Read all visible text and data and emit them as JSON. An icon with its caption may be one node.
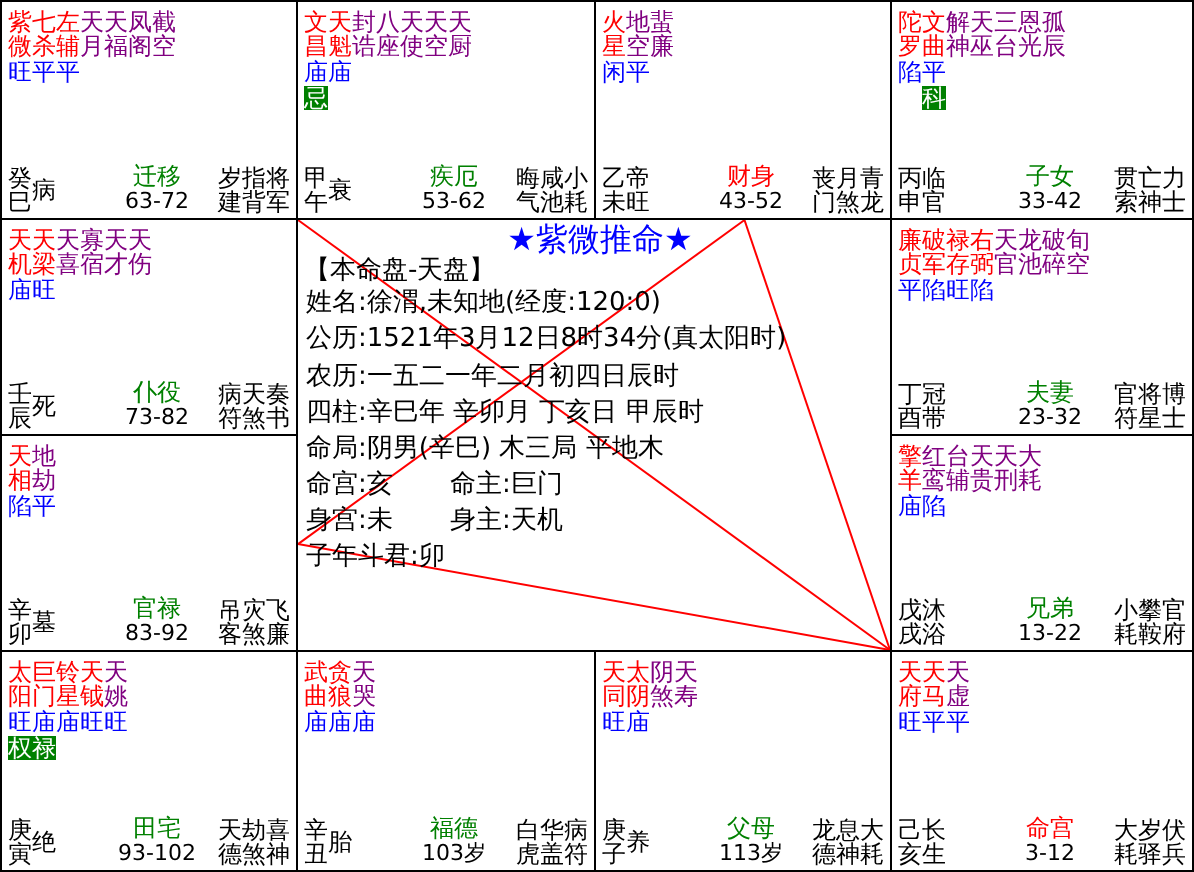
{
  "diagram": {
    "title": "★紫微推命★",
    "nodes": [
      {
        "text": [
          "紫微",
          "七杀",
          "左辅",
          "天月",
          "天福",
          "凤阁",
          "截空",
          "旺平平",
          "癸巳",
          "病",
          "迁移",
          "63-72",
          "岁建",
          "指背",
          "将军"
        ]
      },
      {
        "text": [
          "文昌",
          "天魁",
          "封诰",
          "八座",
          "天使",
          "天空",
          "天厨",
          "庙庙",
          "甲午",
          "衰",
          "疾厄",
          "53-62",
          "晦气",
          "咸池",
          "小耗"
        ]
      },
      {
        "text": [
          "火星",
          "地空",
          "蜚廉",
          "闲平",
          "乙未",
          "帝旺",
          "财身",
          "43-52",
          "丧门",
          "月煞",
          "青龙"
        ]
      },
      {
        "text": [
          "陀罗",
          "文曲",
          "解神",
          "天巫",
          "三台",
          "恩光",
          "孤辰",
          "陷平",
          "丙申",
          "临官",
          "子女",
          "33-42",
          "贯索",
          "亡神",
          "力士"
        ]
      },
      {
        "text": [
          "天机",
          "天梁",
          "天喜",
          "寡宿",
          "天才",
          "天伤",
          "庙旺",
          "壬辰",
          "死",
          "仆役",
          "73-82",
          "病符",
          "天煞",
          "奏书"
        ]
      },
      {
        "text": [
          "廉贞",
          "破军",
          "禄存",
          "右弼",
          "天官",
          "龙池",
          "破碎",
          "旬空",
          "平陷旺陷",
          "丁酉",
          "冠带",
          "夫妻",
          "23-32",
          "官符",
          "将星",
          "博士"
        ]
      },
      {
        "text": [
          "天相",
          "地劫",
          "陷平",
          "辛卯",
          "墓",
          "官禄",
          "83-92",
          "吊客",
          "灾煞",
          "飞廉"
        ]
      },
      {
        "text": [
          "擎羊",
          "红鸾",
          "台辅",
          "天贵",
          "天刑",
          "大耗",
          "庙陷",
          "戊戌",
          "沐浴",
          "兄弟",
          "13-22",
          "小耗",
          "攀鞍",
          "官府"
        ]
      },
      {
        "text": [
          "太阳",
          "巨门",
          "铃星",
          "天钺",
          "天姚",
          "旺庙庙旺旺",
          "庚寅",
          "绝",
          "田宅",
          "93-102",
          "天德",
          "劫煞",
          "喜神"
        ]
      },
      {
        "text": [
          "武曲",
          "贪狼",
          "天哭",
          "庙庙庙",
          "辛丑",
          "胎",
          "福德",
          "103岁",
          "白虎",
          "华盖",
          "病符"
        ]
      },
      {
        "text": [
          "天同",
          "太阴",
          "阴煞",
          "天寿",
          "旺庙",
          "庚子",
          "养",
          "父母",
          "113岁",
          "龙德",
          "息神",
          "大耗"
        ]
      },
      {
        "text": [
          "天府",
          "天马",
          "天虚",
          "旺平平",
          "己亥",
          "长生",
          "命宫",
          "3-12",
          "大耗",
          "岁驿",
          "伏兵"
        ]
      },
      {
        "text": [
          "忌"
        ],
        "in": 1
      },
      {
        "text": [
          "科"
        ],
        "in": 3
      },
      {
        "text": [
          "权禄"
        ],
        "in": 8
      }
    ],
    "edges": [
      {
        "from": 0,
        "to": 11,
        "arrow": "none"
      },
      {
        "from": 6,
        "to": 2,
        "arrow": "none"
      },
      {
        "from": 2,
        "to": 11,
        "arrow": "none"
      },
      {
        "from": 6,
        "to": 11,
        "arrow": "none"
      }
    ],
    "labels": [
      "【本命盘-天盘】",
      "姓名:徐渭,未知地(经度:120:0)",
      "公历:1521年3月12日8时34分(真太阳时)",
      "农历:一五二一年二月初四日辰时",
      "四柱:辛巳年 辛卯月 丁亥日 甲辰时",
      "命局:阴男(辛巳) 木三局 平地木",
      "命宫:亥",
      "命主:巨门",
      "身宫:未",
      "身主:天机",
      "子年斗君:卯"
    ]
  }
}
